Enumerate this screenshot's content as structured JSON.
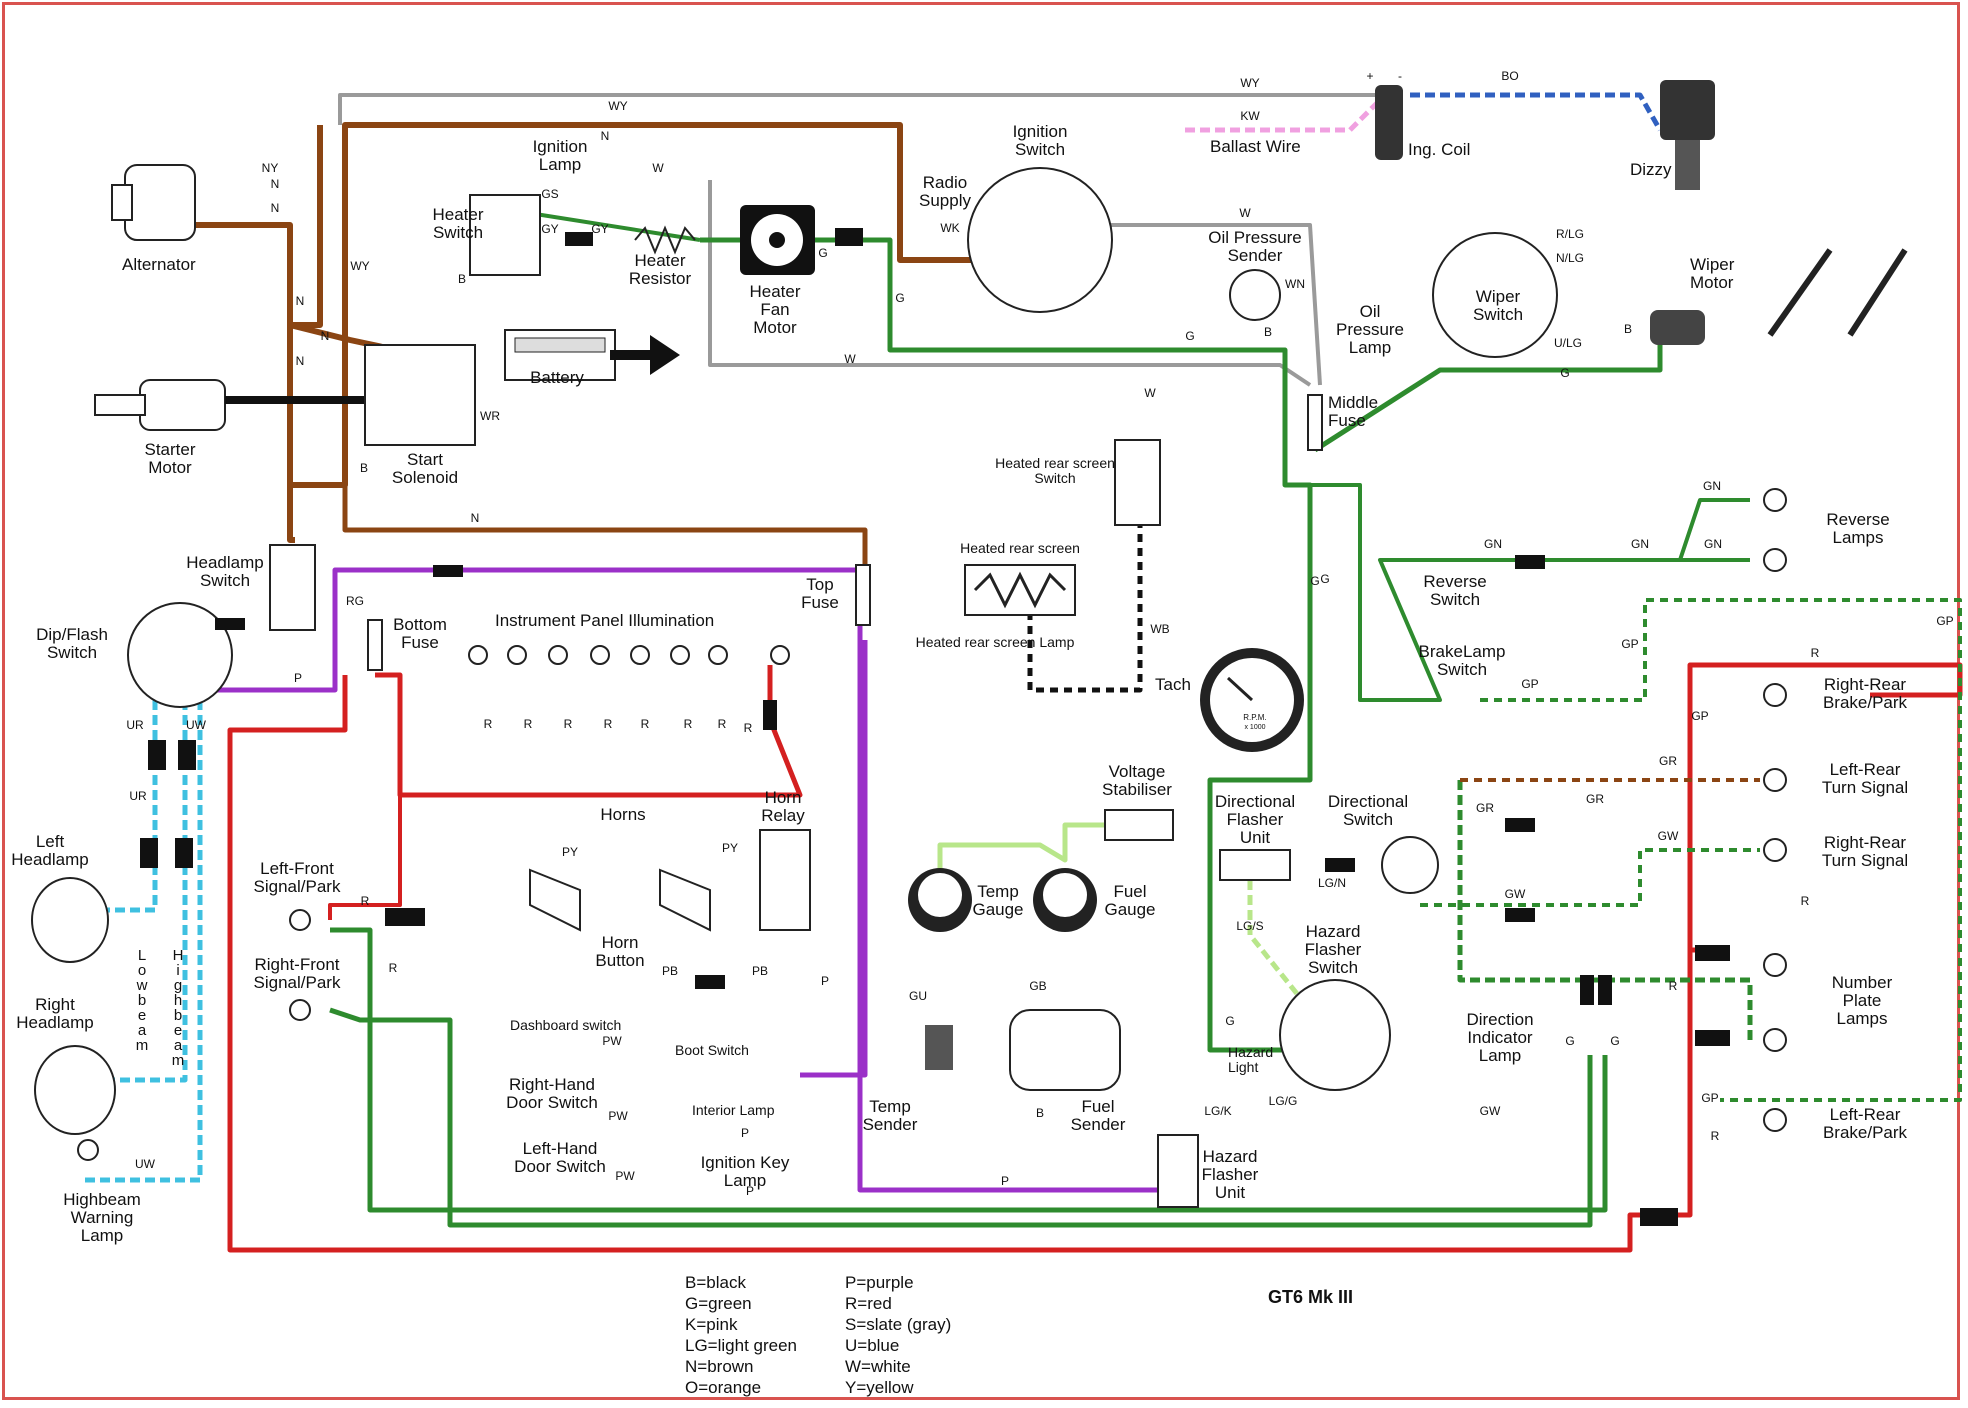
{
  "title": "GT6 Mk III",
  "colors": {
    "brown": "#8b4513",
    "green": "#2e8b2e",
    "red": "#d42020",
    "purple": "#9b30c8",
    "cyan": "#3fc0e0",
    "white_wire": "#9a9a9a",
    "light_green": "#b8e68a",
    "pink": "#f0a0e0",
    "blue": "#3060c0",
    "frame": "#d9534f"
  },
  "components": {
    "alternator": "Alternator",
    "starter_motor": "Starter\nMotor",
    "start_solenoid": "Start\nSolenoid",
    "battery": "Battery",
    "ignition_lamp": "Ignition\nLamp",
    "heater_switch": "Heater\nSwitch",
    "heater_resistor": "Heater\nResistor",
    "heater_fan_motor": "Heater\nFan\nMotor",
    "radio_supply": "Radio\nSupply",
    "ignition_switch": "Ignition\nSwitch",
    "ballast_wire": "Ballast Wire",
    "ing_coil": "Ing. Coil",
    "dizzy": "Dizzy",
    "oil_pressure_sender": "Oil Pressure\nSender",
    "oil_pressure_lamp": "Oil\nPressure\nLamp",
    "wiper_switch": "Wiper\nSwitch",
    "wiper_motor": "Wiper\nMotor",
    "middle_fuse": "Middle\nFuse",
    "heated_rear_screen_switch": "Heated rear screen\nSwitch",
    "heated_rear_screen": "Heated rear screen",
    "heated_rear_screen_lamp": "Heated rear screen Lamp",
    "tach": "Tach",
    "reverse_lamps": "Reverse\nLamps",
    "reverse_switch": "Reverse\nSwitch",
    "brakelamp_switch": "BrakeLamp\nSwitch",
    "right_rear_brake_park": "Right-Rear\nBrake/Park",
    "left_rear_turn_signal": "Left-Rear\nTurn Signal",
    "right_rear_turn_signal": "Right-Rear\nTurn Signal",
    "number_plate_lamps": "Number\nPlate\nLamps",
    "left_rear_brake_park": "Left-Rear\nBrake/Park",
    "headlamp_switch": "Headlamp\nSwitch",
    "dip_flash_switch": "Dip/Flash\nSwitch",
    "bottom_fuse": "Bottom\nFuse",
    "top_fuse": "Top\nFuse",
    "instrument_panel_illumination": "Instrument Panel Illumination",
    "horns": "Horns",
    "horn_relay": "Horn\nRelay",
    "horn_button": "Horn\nButton",
    "left_headlamp": "Left\nHeadlamp",
    "right_headlamp": "Right\nHeadlamp",
    "left_front_signal": "Left-Front\nSignal/Park",
    "right_front_signal": "Right-Front\nSignal/Park",
    "highbeam_warning_lamp": "Highbeam\nWarning\nLamp",
    "lowbeam": "Lowbeam",
    "highbeam": "Highbeam",
    "dashboard_switch": "Dashboard switch",
    "right_hand_door_switch": "Right-Hand\nDoor Switch",
    "left_hand_door_switch": "Left-Hand\nDoor Switch",
    "boot_switch": "Boot Switch",
    "interior_lamp": "Interior Lamp",
    "ignition_key_lamp": "Ignition Key\nLamp",
    "voltage_stabiliser": "Voltage\nStabiliser",
    "temp_gauge": "Temp\nGauge",
    "fuel_gauge": "Fuel\nGauge",
    "temp_sender": "Temp\nSender",
    "fuel_sender": "Fuel\nSender",
    "directional_flasher_unit": "Directional\nFlasher\nUnit",
    "directional_switch": "Directional\nSwitch",
    "hazard_flasher_switch": "Hazard\nFlasher\nSwitch",
    "hazard_light": "Hazard\nLight",
    "direction_indicator_lamp": "Direction\nIndicator\nLamp",
    "hazard_flasher_unit": "Hazard\nFlasher\nUnit"
  },
  "wire_codes": [
    "WY",
    "N",
    "NY",
    "GS",
    "GY",
    "W",
    "KW",
    "BO",
    "WK",
    "WN",
    "G",
    "R/LG",
    "N/LG",
    "U/LG",
    "WR",
    "WB",
    "B",
    "GN",
    "GP",
    "R",
    "P",
    "RG",
    "UR",
    "UW",
    "PY",
    "PB",
    "PW",
    "GU",
    "GB",
    "LG/N",
    "LG/S",
    "LG/G",
    "LG/K",
    "GR",
    "GW",
    "+",
    "-"
  ],
  "legend": {
    "left": [
      "B=black",
      "G=green",
      "K=pink",
      "LG=light green",
      "N=brown",
      "O=orange"
    ],
    "right": [
      "P=purple",
      "R=red",
      "S=slate (gray)",
      "U=blue",
      "W=white",
      "Y=yellow"
    ]
  },
  "gauge_text": {
    "tach_unit": "R.P.M.",
    "tach_scale": "x 1000"
  }
}
